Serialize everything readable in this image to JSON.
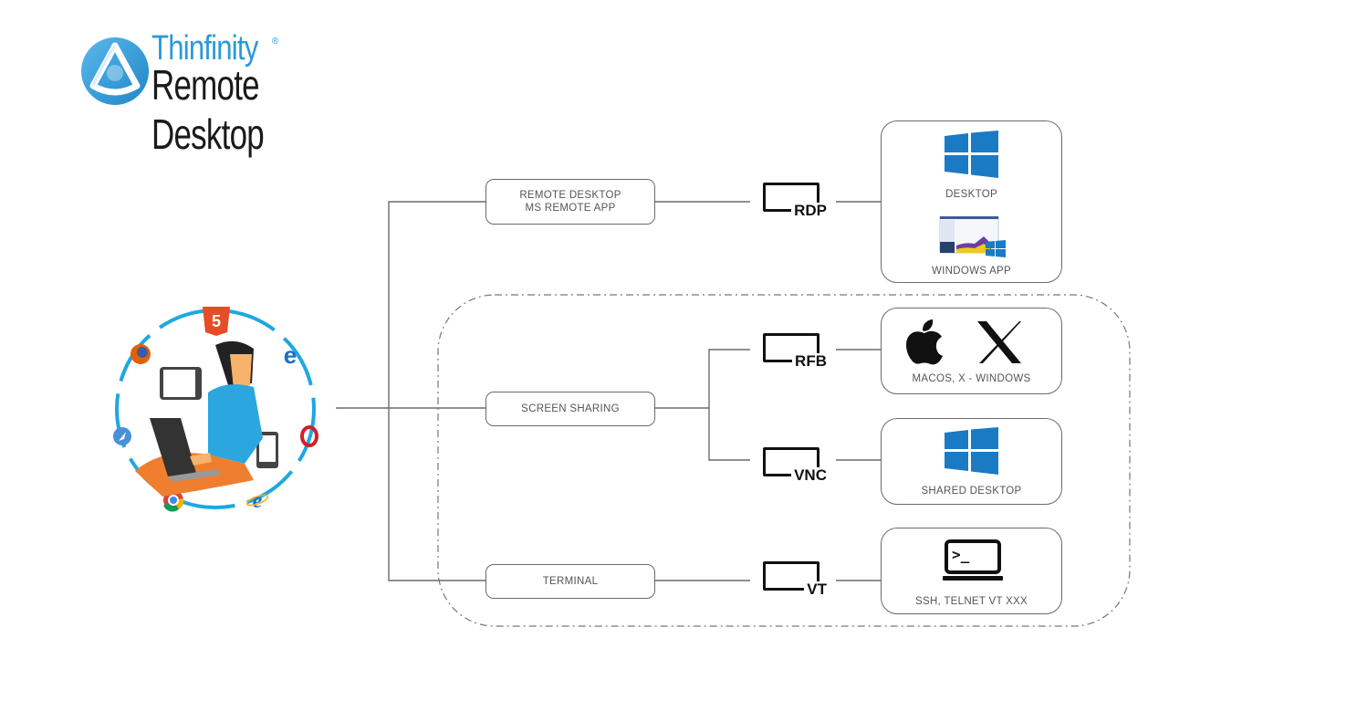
{
  "logo": {
    "brand": "Thinfinity",
    "registered": "®",
    "product": "Remote Desktop",
    "brand_color": "#2b9ad8"
  },
  "client": {
    "icons": [
      "html5-icon",
      "firefox-icon",
      "edge-icon",
      "safari-icon",
      "opera-icon",
      "chrome-icon",
      "internet-explorer-icon",
      "tablet-icon",
      "smartphone-icon",
      "laptop-icon"
    ],
    "ring_color": "#1ea7e1"
  },
  "services": [
    {
      "label_line1": "REMOTE DESKTOP",
      "label_line2": "MS REMOTE APP"
    },
    {
      "label_line1": "SCREEN SHARING",
      "label_line2": ""
    },
    {
      "label_line1": "TERMINAL",
      "label_line2": ""
    }
  ],
  "protocols": [
    "RDP",
    "RFB",
    "VNC",
    "VT"
  ],
  "targets": {
    "windows": {
      "desktop_label": "DESKTOP",
      "app_label": "WINDOWS APP"
    },
    "mac": {
      "label": "MACOS, X - WINDOWS"
    },
    "shared": {
      "label": "SHARED DESKTOP"
    },
    "terminal": {
      "label": "SSH, TELNET VT XXX",
      "prompt": ">_"
    }
  },
  "colors": {
    "windows_blue": "#1a7ac4",
    "line": "#6b6b6b"
  }
}
